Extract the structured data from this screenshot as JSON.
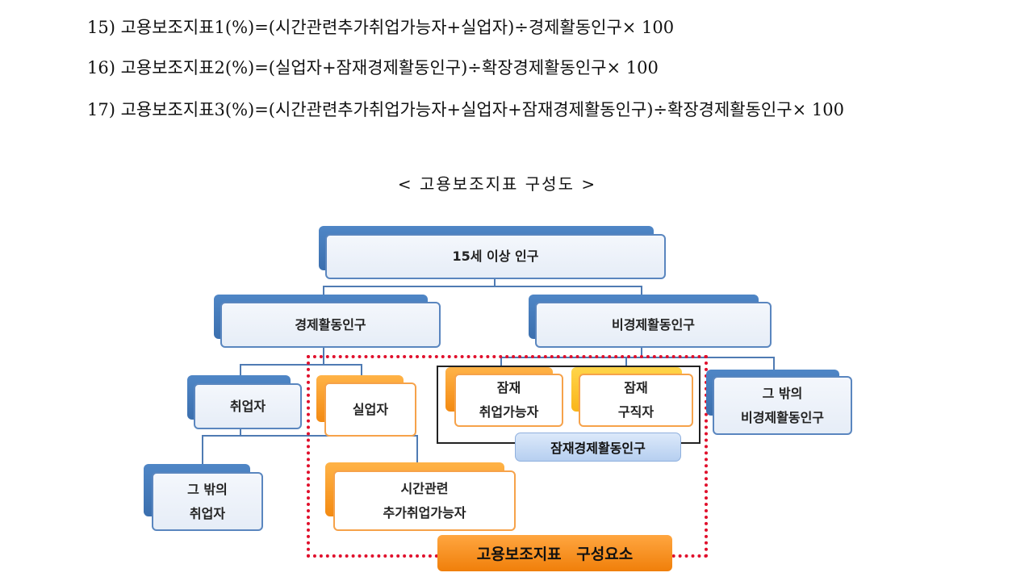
{
  "formulas": [
    "15)  고용보조지표1(%)=(시간관련추가취업가능자+실업자)÷경제활동인구× 100",
    "16)  고용보조지표2(%)=(실업자+잠재경제활동인구)÷확장경제활동인구× 100",
    "17)  고용보조지표3(%)=(시간관련추가취업가능자+실업자+잠재경제활동인구)÷확장경제활동인구× 100"
  ],
  "diagram": {
    "title": "< 고용보조지표 구성도 >",
    "root": "15세 이상 인구",
    "active": "경제활동인구",
    "inactive": "비경제활동인구",
    "employed": "취업자",
    "unemployed": "실업자",
    "latent_employable": [
      "잠재",
      "취업가능자"
    ],
    "latent_seekers": [
      "잠재",
      "구직자"
    ],
    "other_inactive": [
      "그 밖의",
      "비경제활동인구"
    ],
    "latent_group": "잠재경제활동인구",
    "other_employed": [
      "그 밖의",
      "취업자"
    ],
    "time_related": [
      "시간관련",
      "추가취업가능자"
    ],
    "component_label": "고용보조지표 구성요소"
  }
}
